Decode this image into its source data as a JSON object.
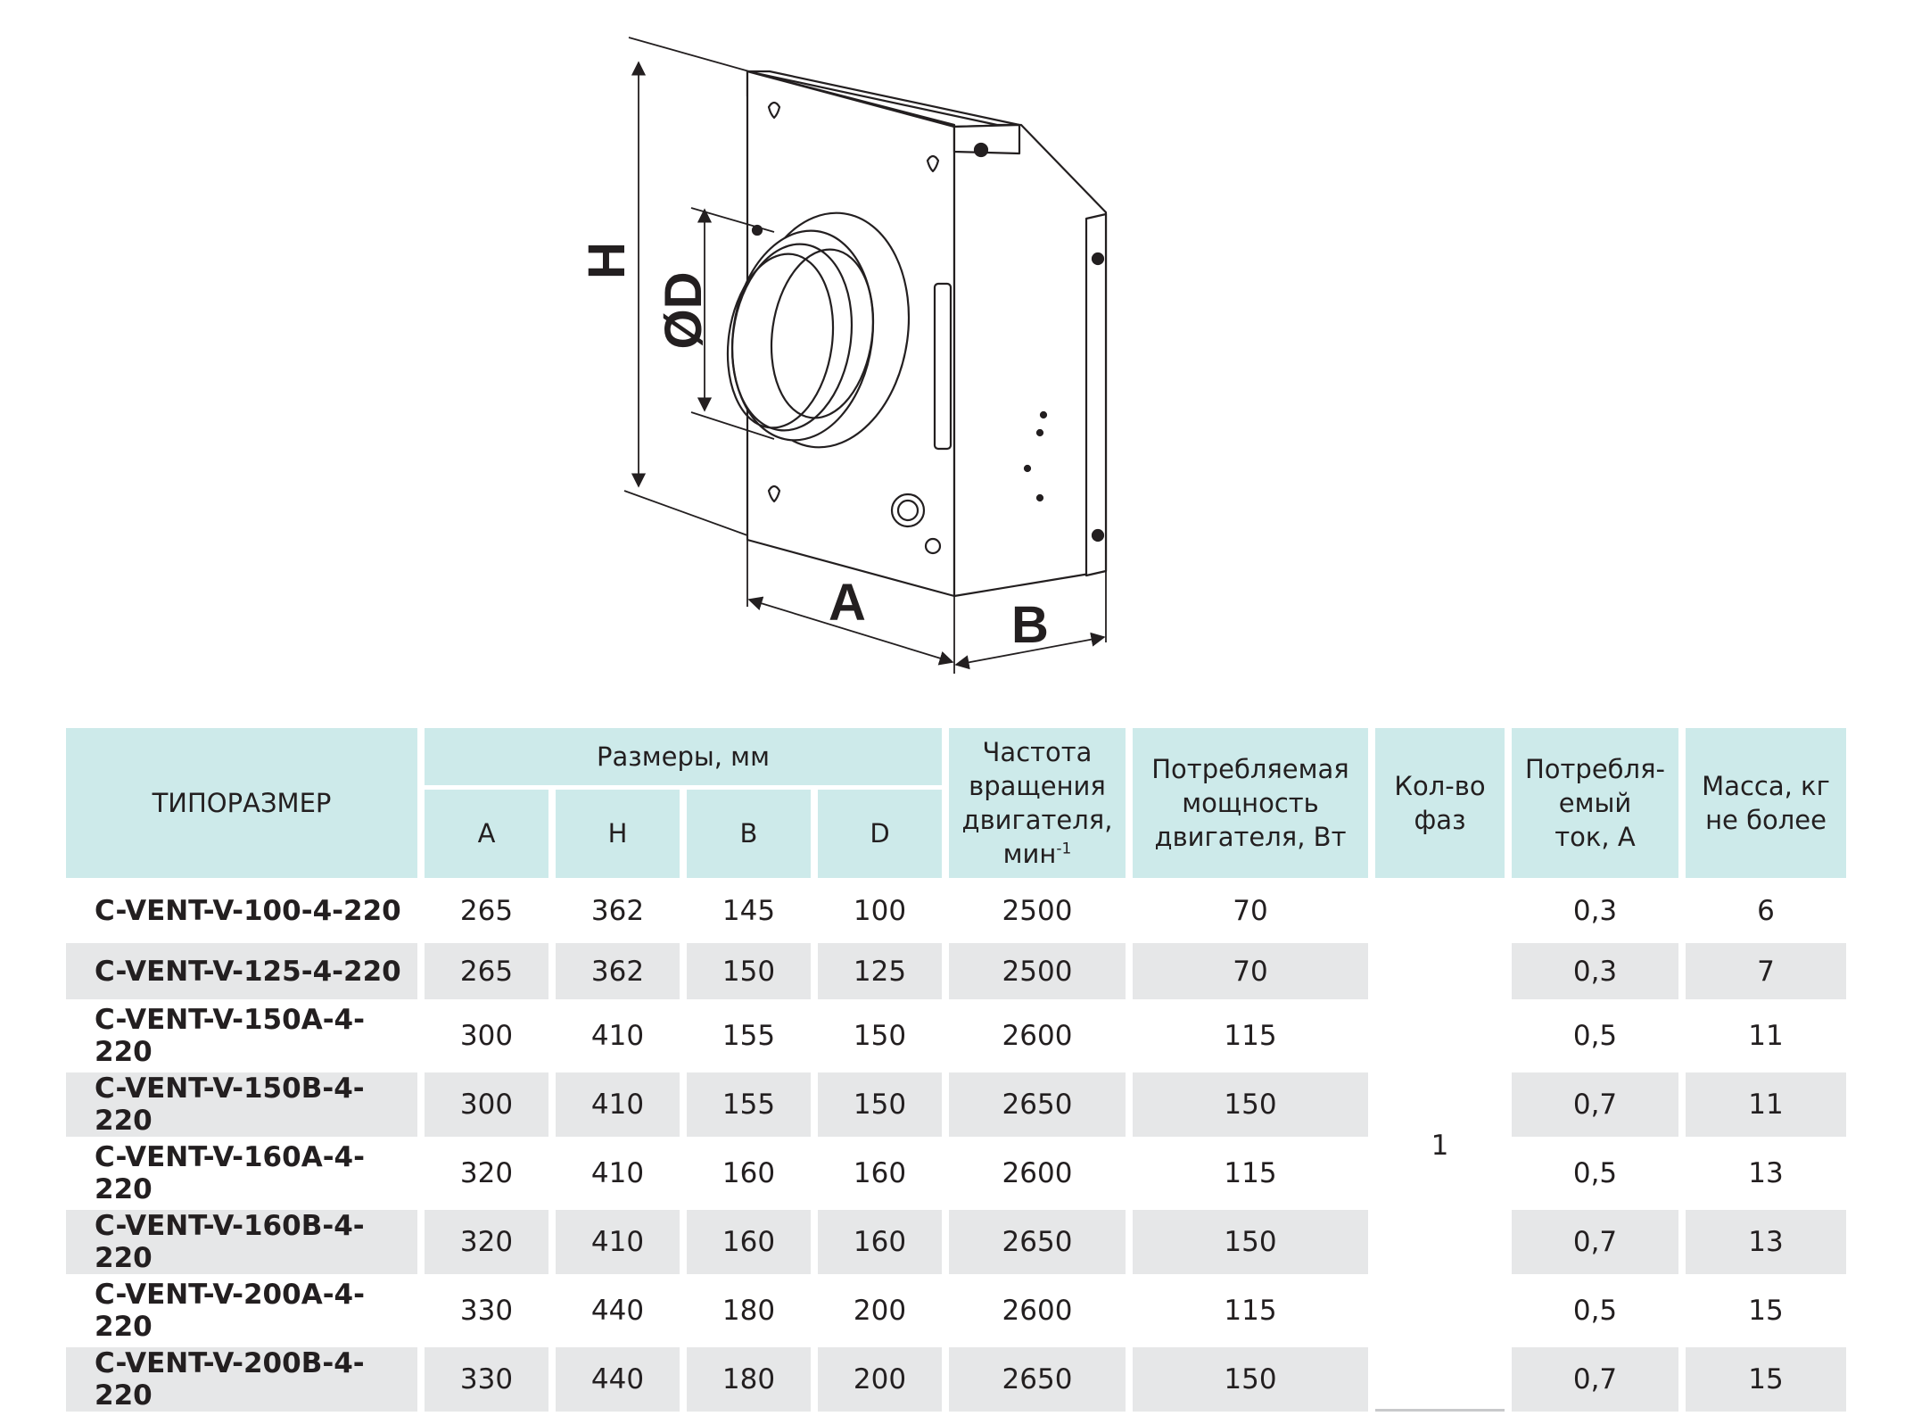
{
  "drawing": {
    "labels": {
      "height": "H",
      "diameter": "ØD",
      "width": "A",
      "depth": "B"
    }
  },
  "table": {
    "header": {
      "model": "ТИПОРАЗМЕР",
      "dimensions": "Размеры, мм",
      "dim_a": "A",
      "dim_h": "H",
      "dim_b": "B",
      "dim_d": "D",
      "rpm_line1": "Частота",
      "rpm_line2": "вращения",
      "rpm_line3": "двигателя,",
      "rpm_unit": "мин",
      "rpm_exp": "-1",
      "power_line1": "Потребляемая",
      "power_line2": "мощность",
      "power_line3": "двигателя, Вт",
      "phases_line1": "Кол-во",
      "phases_line2": "фаз",
      "current_line1": "Потребля-",
      "current_line2": "емый",
      "current_line3": "ток, А",
      "mass_line1": "Масса, кг",
      "mass_line2": "не более"
    },
    "phases_value": "1",
    "rows": [
      {
        "model": "C-VENT-V-100-4-220",
        "a": "265",
        "h": "362",
        "b": "145",
        "d": "100",
        "rpm": "2500",
        "power": "70",
        "current": "0,3",
        "mass": "6"
      },
      {
        "model": "C-VENT-V-125-4-220",
        "a": "265",
        "h": "362",
        "b": "150",
        "d": "125",
        "rpm": "2500",
        "power": "70",
        "current": "0,3",
        "mass": "7"
      },
      {
        "model": "C-VENT-V-150A-4-220",
        "a": "300",
        "h": "410",
        "b": "155",
        "d": "150",
        "rpm": "2600",
        "power": "115",
        "current": "0,5",
        "mass": "11"
      },
      {
        "model": "C-VENT-V-150B-4-220",
        "a": "300",
        "h": "410",
        "b": "155",
        "d": "150",
        "rpm": "2650",
        "power": "150",
        "current": "0,7",
        "mass": "11"
      },
      {
        "model": "C-VENT-V-160A-4-220",
        "a": "320",
        "h": "410",
        "b": "160",
        "d": "160",
        "rpm": "2600",
        "power": "115",
        "current": "0,5",
        "mass": "13"
      },
      {
        "model": "C-VENT-V-160B-4-220",
        "a": "320",
        "h": "410",
        "b": "160",
        "d": "160",
        "rpm": "2650",
        "power": "150",
        "current": "0,7",
        "mass": "13"
      },
      {
        "model": "C-VENT-V-200A-4-220",
        "a": "330",
        "h": "440",
        "b": "180",
        "d": "200",
        "rpm": "2600",
        "power": "115",
        "current": "0,5",
        "mass": "15"
      },
      {
        "model": "C-VENT-V-200B-4-220",
        "a": "330",
        "h": "440",
        "b": "180",
        "d": "200",
        "rpm": "2650",
        "power": "150",
        "current": "0,7",
        "mass": "15"
      }
    ]
  }
}
